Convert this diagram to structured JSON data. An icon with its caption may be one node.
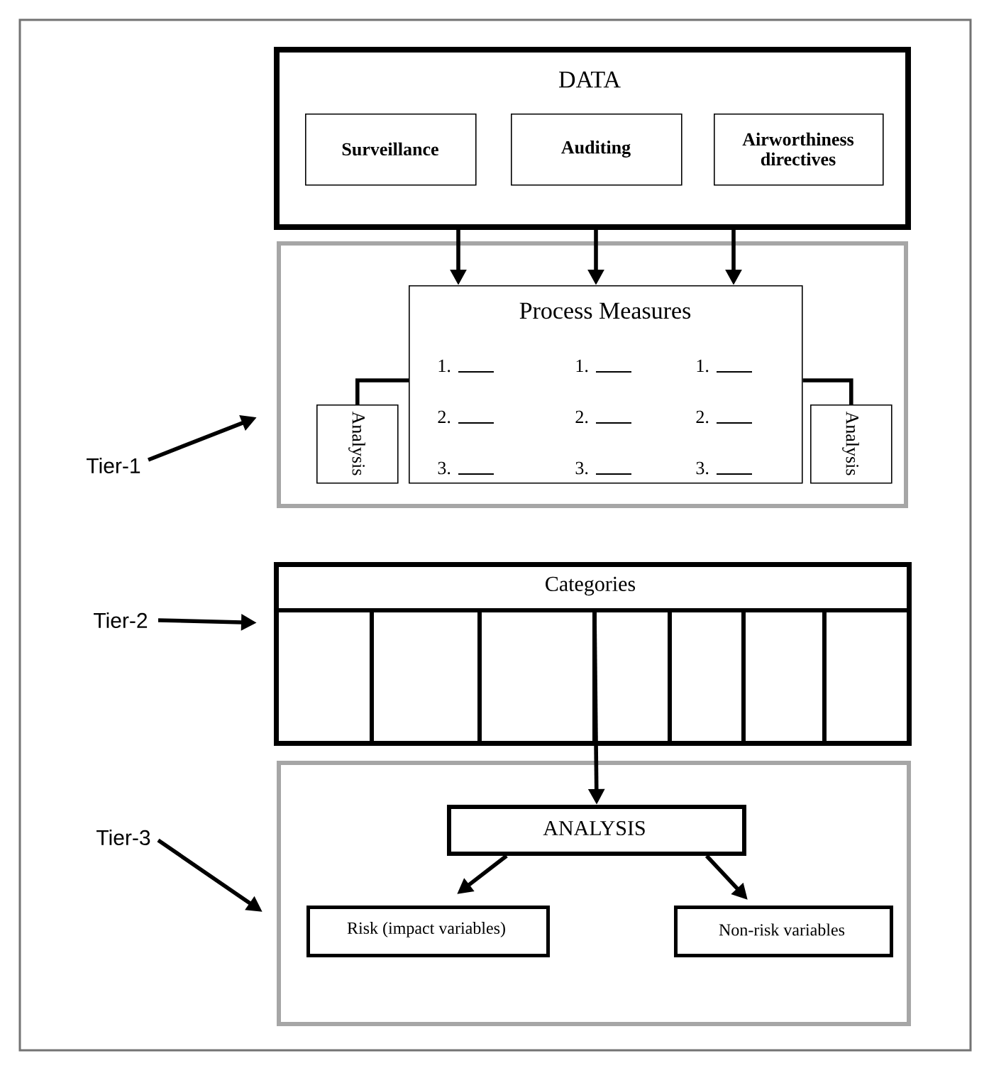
{
  "diagram": {
    "nodes": [
      {
        "text": [
          "DATA"
        ]
      },
      {
        "text": [
          "Surveillance"
        ],
        "in": 0
      },
      {
        "text": [
          "Auditing"
        ],
        "in": 0
      },
      {
        "text": [
          "Airworthiness directives"
        ],
        "in": 0
      },
      {
        "text": [],
        "shape": "box"
      },
      {
        "text": [
          "Process Measures",
          "1.",
          "1.",
          "1.",
          "2.",
          "2.",
          "2.",
          "3.",
          "3.",
          "3."
        ],
        "in": 4
      },
      {
        "text": [
          "Analysis"
        ],
        "in": 4
      },
      {
        "text": [
          "Analysis"
        ],
        "in": 4
      },
      {
        "text": [
          "Tier-1"
        ]
      },
      {
        "text": [
          "Categories"
        ]
      },
      {
        "text": [
          "Tier-2"
        ]
      },
      {
        "text": [],
        "shape": "box"
      },
      {
        "text": [
          "ANALYSIS"
        ],
        "in": 11
      },
      {
        "text": [
          "Risk (impact variables)"
        ],
        "in": 11
      },
      {
        "text": [
          "Non-risk variables"
        ],
        "in": 11
      },
      {
        "text": [
          "Tier-3"
        ]
      }
    ],
    "edges": [
      {
        "from": 0,
        "to": 5,
        "arrow": "to"
      },
      {
        "from": 0,
        "to": 5,
        "arrow": "to"
      },
      {
        "from": 0,
        "to": 5,
        "arrow": "to"
      },
      {
        "from": 5,
        "to": 6,
        "arrow": "none"
      },
      {
        "from": 5,
        "to": 7,
        "arrow": "none"
      },
      {
        "from": 8,
        "to": 4,
        "arrow": "to"
      },
      {
        "from": 10,
        "to": 9,
        "arrow": "to"
      },
      {
        "from": 9,
        "to": 12,
        "arrow": "to"
      },
      {
        "from": 15,
        "to": 11,
        "arrow": "to"
      },
      {
        "from": 12,
        "to": 13,
        "arrow": "to"
      },
      {
        "from": 12,
        "to": 14,
        "arrow": "to"
      }
    ]
  }
}
